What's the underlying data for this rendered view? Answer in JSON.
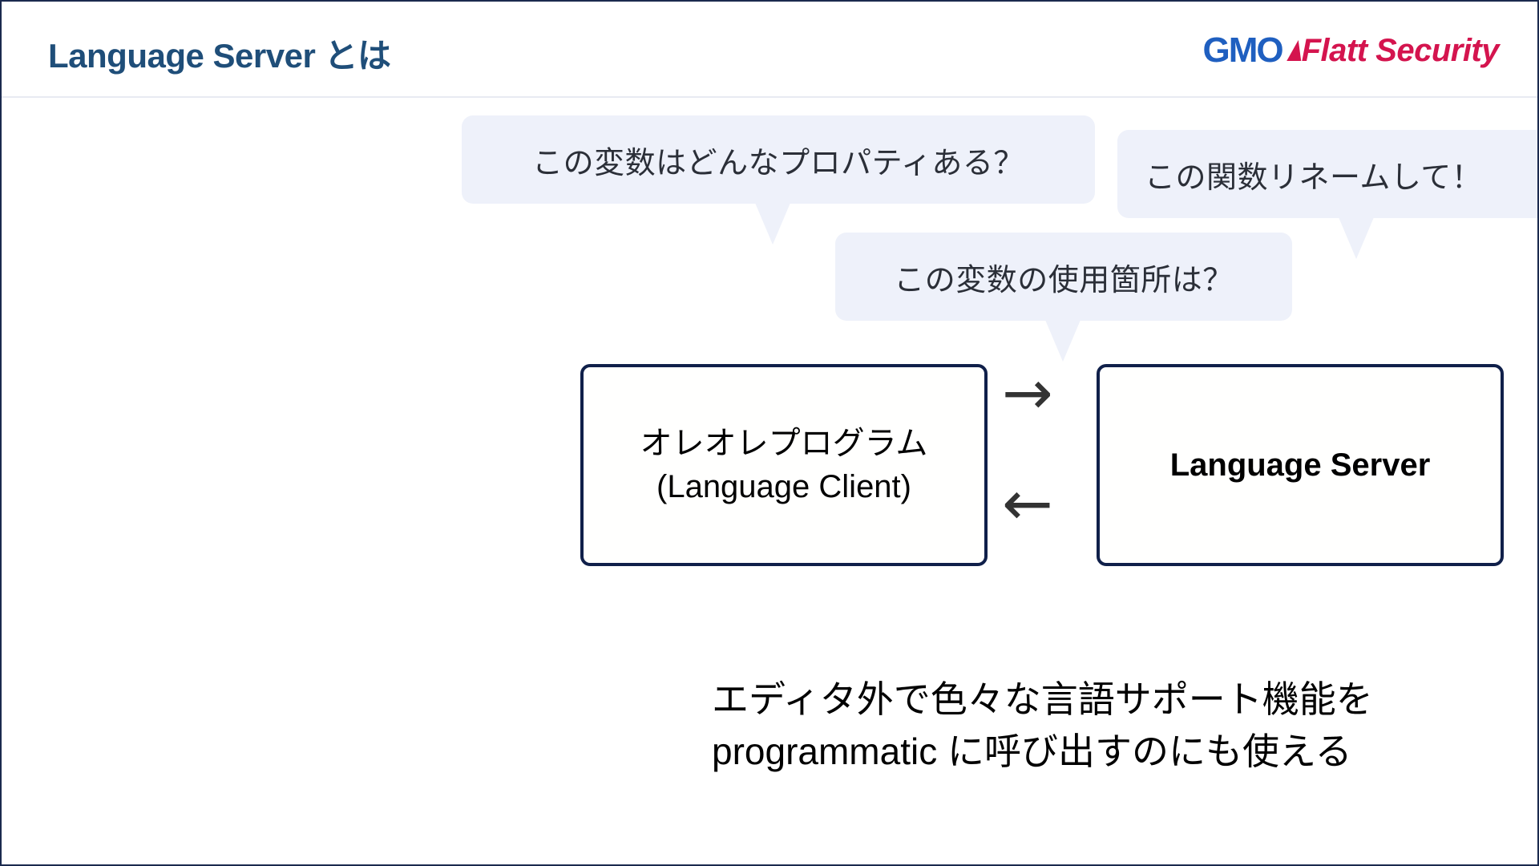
{
  "slide": {
    "title": "Language Server とは",
    "title_color": "#1f4e79",
    "border_color": "#1b2a4e",
    "background": "#ffffff"
  },
  "logo": {
    "gmo_text": "GMO",
    "gmo_color": "#1f5fc0",
    "flatt_text": "Flatt Security",
    "flatt_color": "#d4144e",
    "separator_icon": "red-check-mark-icon"
  },
  "bubbles": [
    {
      "id": "properties",
      "text": "この変数はどんなプロパティある？",
      "background": "#eef1fa",
      "text_color": "#2b2f38"
    },
    {
      "id": "rename",
      "text": "この関数リネームして！",
      "background": "#eef1fa",
      "text_color": "#2b2f38"
    },
    {
      "id": "references",
      "text": "この変数の使用箇所は？",
      "background": "#eef1fa",
      "text_color": "#2b2f38"
    }
  ],
  "diagram": {
    "client_box": {
      "line1": "オレオレプログラム",
      "line2": "(Language Client)",
      "border_color": "#10204a"
    },
    "server_box": {
      "label": "Language Server",
      "border_color": "#10204a"
    },
    "arrow_right": "→",
    "arrow_left": "←",
    "arrow_color": "#333333"
  },
  "caption": {
    "line1": "エディタ外で色々な言語サポート機能を",
    "line2": "programmatic に呼び出すのにも使える"
  }
}
